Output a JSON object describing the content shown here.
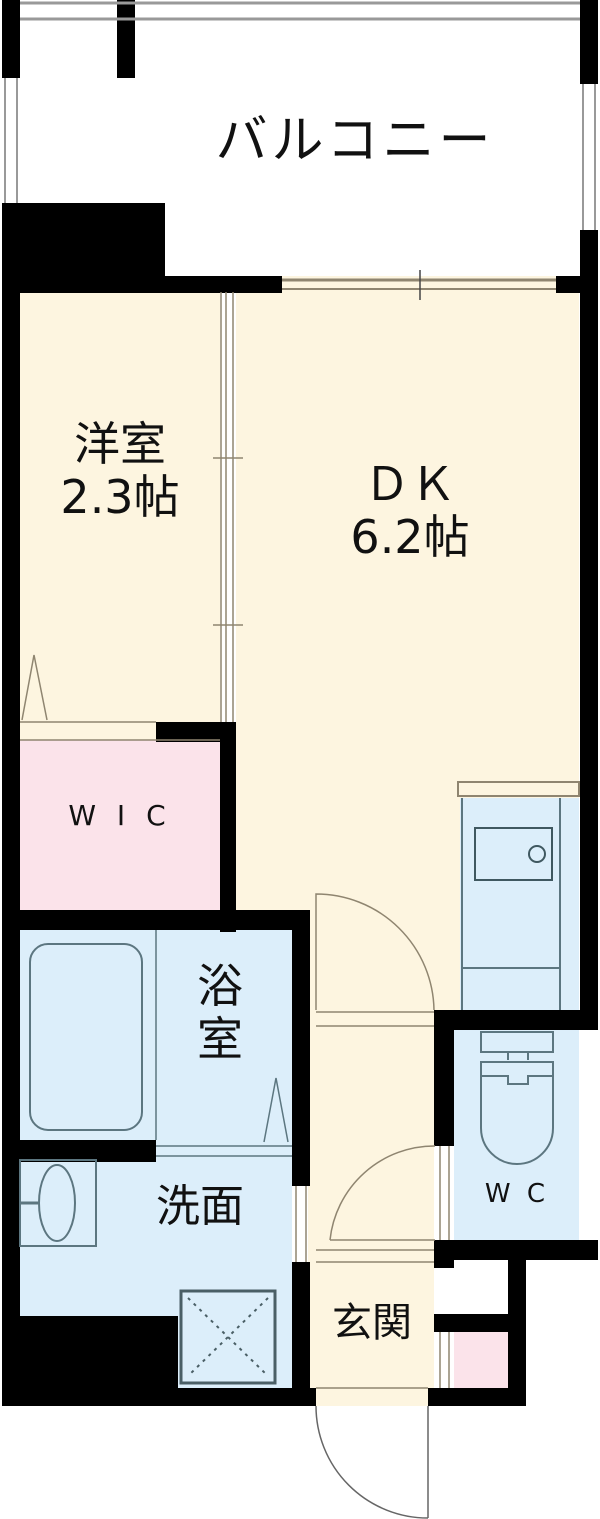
{
  "floor_plan": {
    "balcony": {
      "label": "バルコニー"
    },
    "western_room": {
      "label": "洋室",
      "size": "2.3帖"
    },
    "dk": {
      "label": "ＤＫ",
      "size": "6.2帖"
    },
    "wic": {
      "label": "W I C"
    },
    "bathroom": {
      "label_line1": "浴",
      "label_line2": "室"
    },
    "washroom": {
      "label": "洗面"
    },
    "wc": {
      "label": "W C"
    },
    "entrance": {
      "label": "玄関"
    }
  },
  "colors": {
    "wall": "#000000",
    "living_floor": "#fdf5e0",
    "wet_area": "#dceefa",
    "closet": "#fbe3ea",
    "fixture_line": "#5c7680"
  }
}
